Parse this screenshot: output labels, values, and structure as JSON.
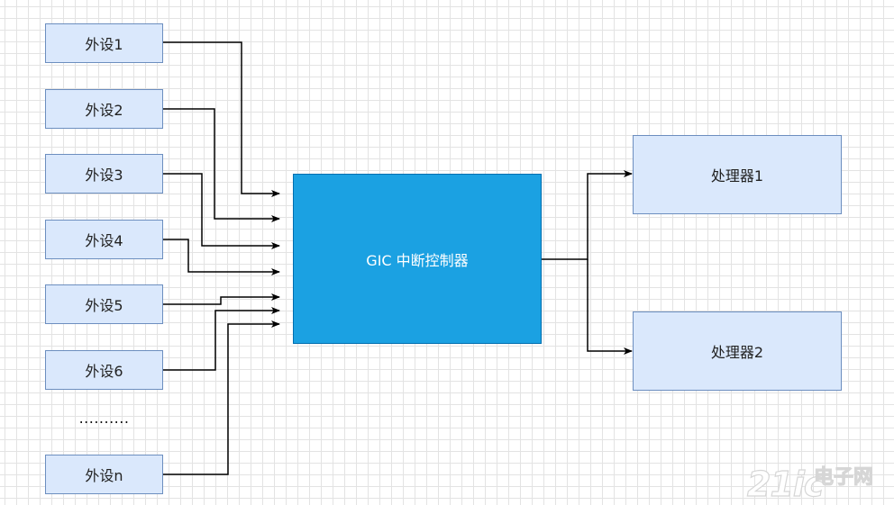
{
  "diagram": {
    "peripherals": [
      {
        "label": "外设1"
      },
      {
        "label": "外设2"
      },
      {
        "label": "外设3"
      },
      {
        "label": "外设4"
      },
      {
        "label": "外设5"
      },
      {
        "label": "外设6"
      },
      {
        "label": "外设n"
      }
    ],
    "ellipsis": "..........",
    "controller": {
      "label": "GIC 中断控制器"
    },
    "processors": [
      {
        "label": "处理器1"
      },
      {
        "label": "处理器2"
      }
    ],
    "colors": {
      "box_fill": "#dae8fc",
      "box_border": "#6c8ebf",
      "controller_fill": "#1ba1e2",
      "controller_border": "#006eaf",
      "controller_text": "#ffffff",
      "connector": "#000000"
    }
  },
  "watermark": {
    "logo_text": "21ic",
    "logo_subtext": "电子网"
  }
}
